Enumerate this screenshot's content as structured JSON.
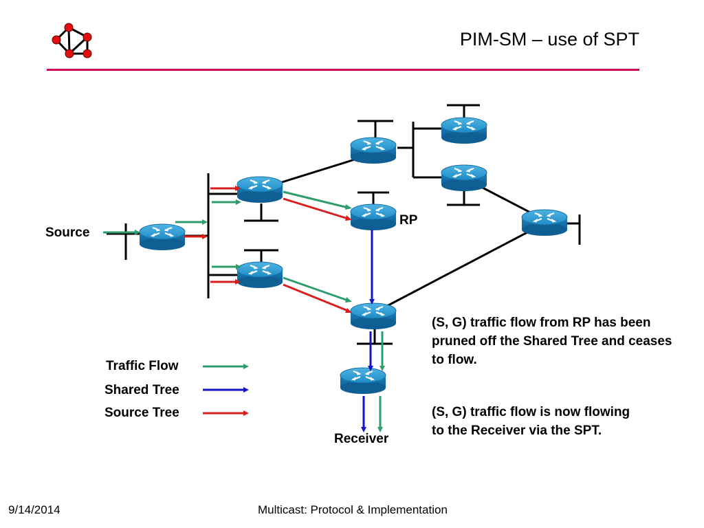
{
  "title": "PIM-SM – use of SPT",
  "labels": {
    "source": "Source",
    "rp": "RP",
    "receiver": "Receiver"
  },
  "legend": [
    {
      "label": "Traffic Flow",
      "color": "#2e9c6c"
    },
    {
      "label": "Shared Tree",
      "color": "#1414c8"
    },
    {
      "label": "Source Tree",
      "color": "#d81e1e"
    }
  ],
  "notes": [
    "(S, G) traffic flow from RP has been pruned off the Shared Tree and ceases to flow.",
    "(S, G) traffic flow is now flowing to the Receiver via the SPT."
  ],
  "footer": {
    "date": "9/14/2014",
    "center": "Multicast: Protocol & Implementation"
  },
  "colors": {
    "accent_rule": "#cc0a5a",
    "logo_node": "#e01010",
    "router_top": "#2a9ad0",
    "router_body": "#1577b5",
    "traffic": "#2e9c6c",
    "shared_tree": "#1414c8",
    "source_tree": "#d81e1e"
  },
  "icons": [
    "network-logo-icon",
    "router-icon"
  ]
}
